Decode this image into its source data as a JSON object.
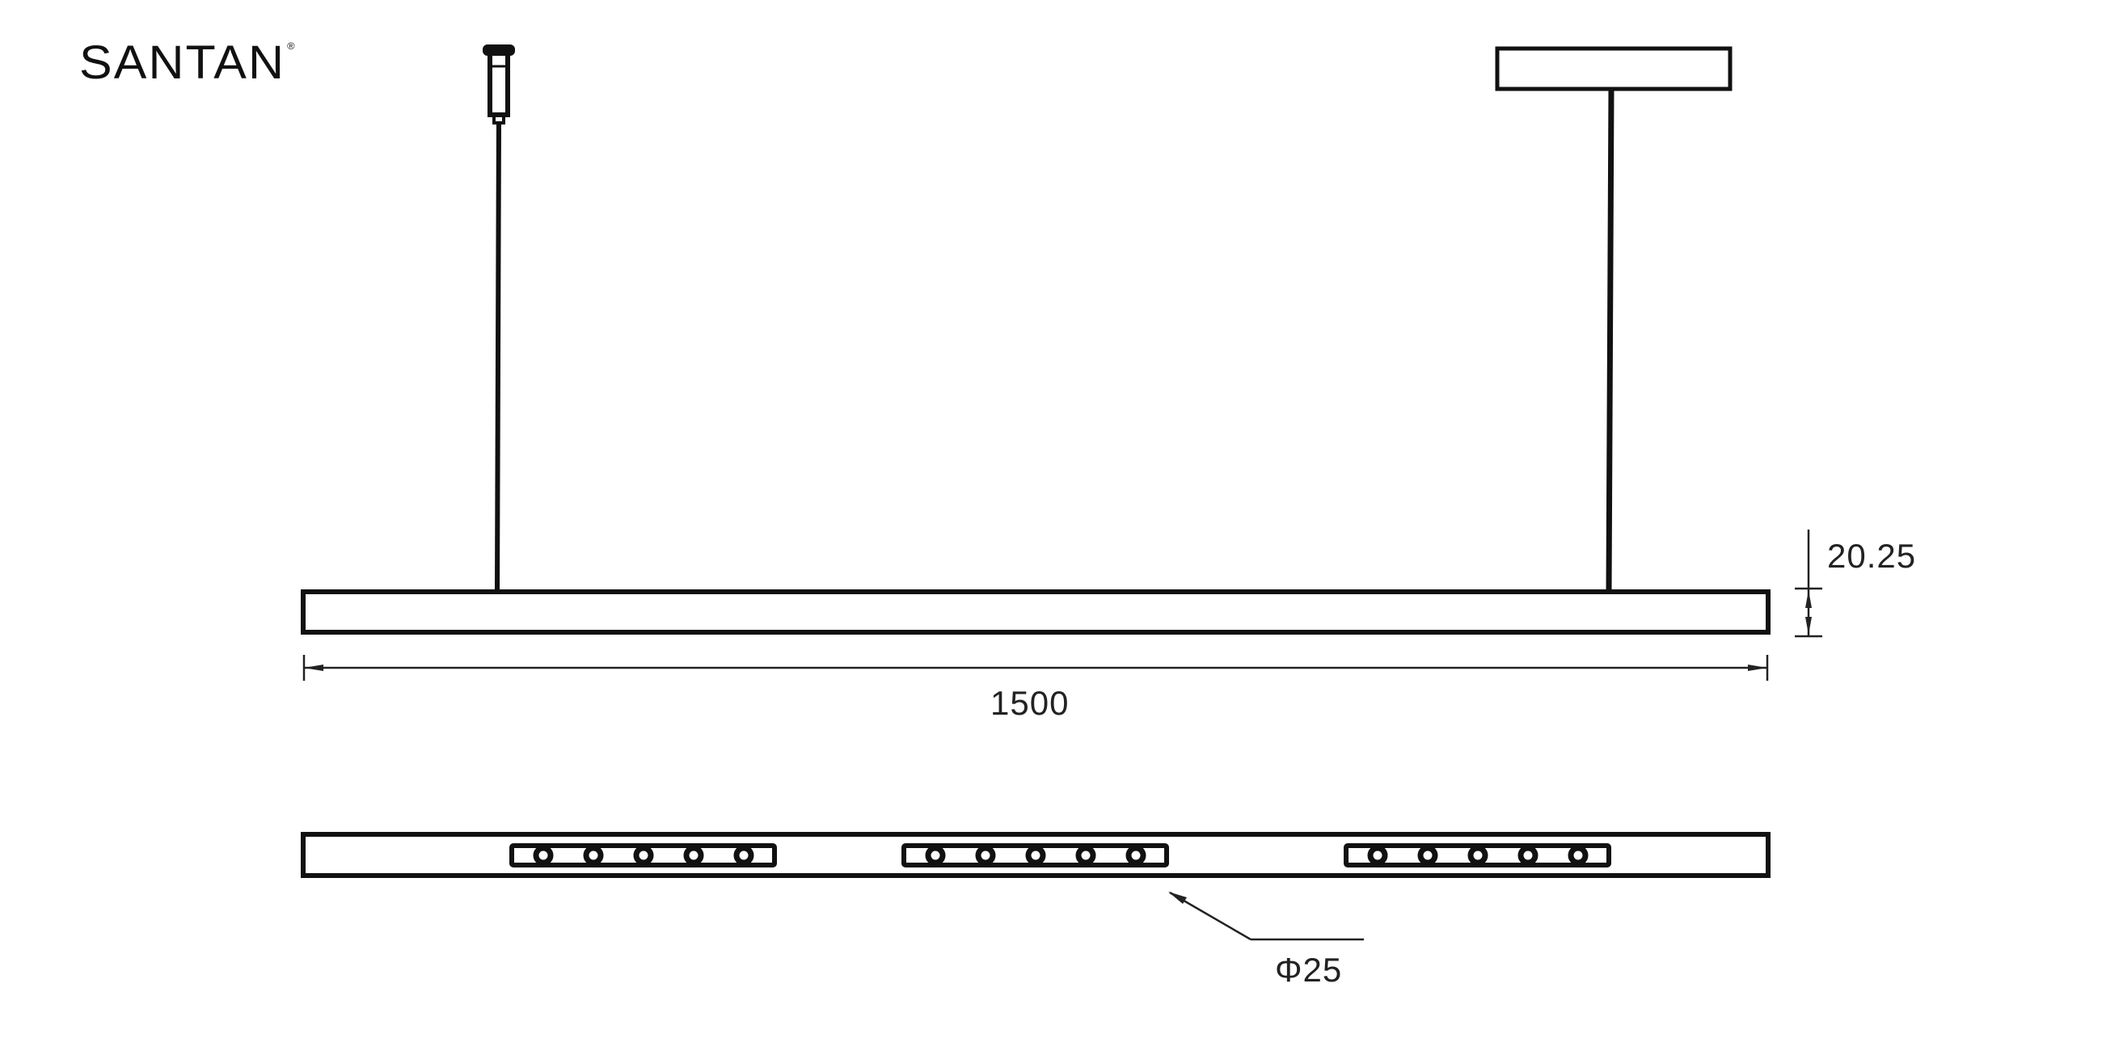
{
  "logo": {
    "text": "SANTAN",
    "mark": "®"
  },
  "dimensions": {
    "length": "1500",
    "height": "20.25",
    "led_diameter": "Φ25"
  },
  "colors": {
    "line": "#111111",
    "background": "#ffffff"
  }
}
